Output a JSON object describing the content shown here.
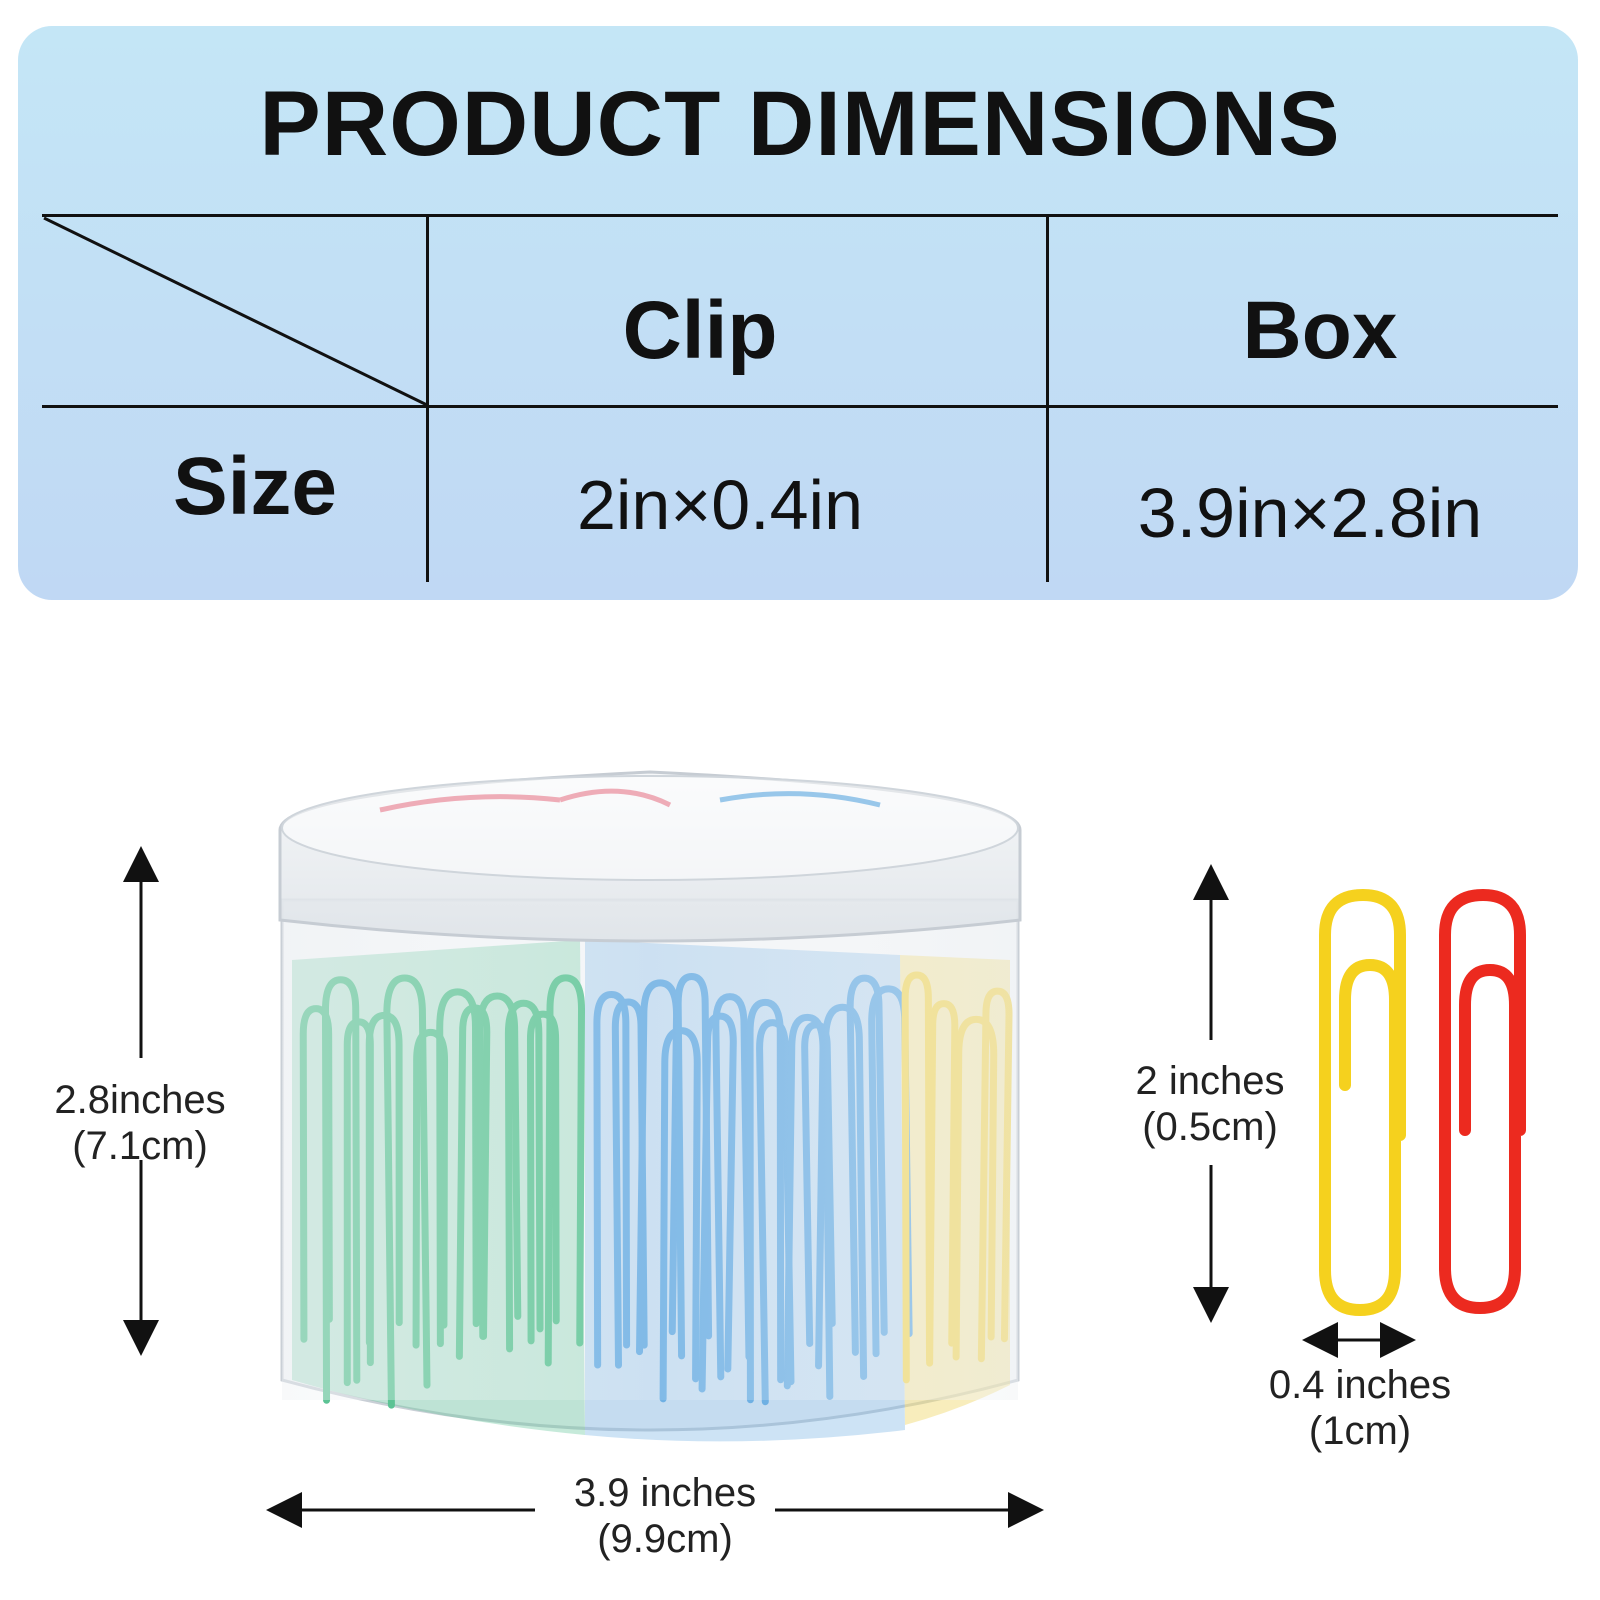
{
  "title": "PRODUCT DIMENSIONS",
  "table": {
    "columns": [
      "Clip",
      "Box"
    ],
    "row_label": "Size",
    "values": [
      "2in×0.4in",
      "3.9in×2.8in"
    ]
  },
  "box": {
    "height_label": "2.8inches",
    "height_metric": "(7.1cm)",
    "width_label": "3.9 inches",
    "width_metric": "(9.9cm)",
    "clip_colors": [
      "#5cc394",
      "#6fb0e3",
      "#f0d86a",
      "#ea8a9a"
    ]
  },
  "clip": {
    "length_label": "2 inches",
    "length_metric": "(0.5cm)",
    "width_label": "0.4 inches",
    "width_metric": "(1cm)",
    "colors": [
      "#f5d11e",
      "#ec2a1f"
    ]
  }
}
